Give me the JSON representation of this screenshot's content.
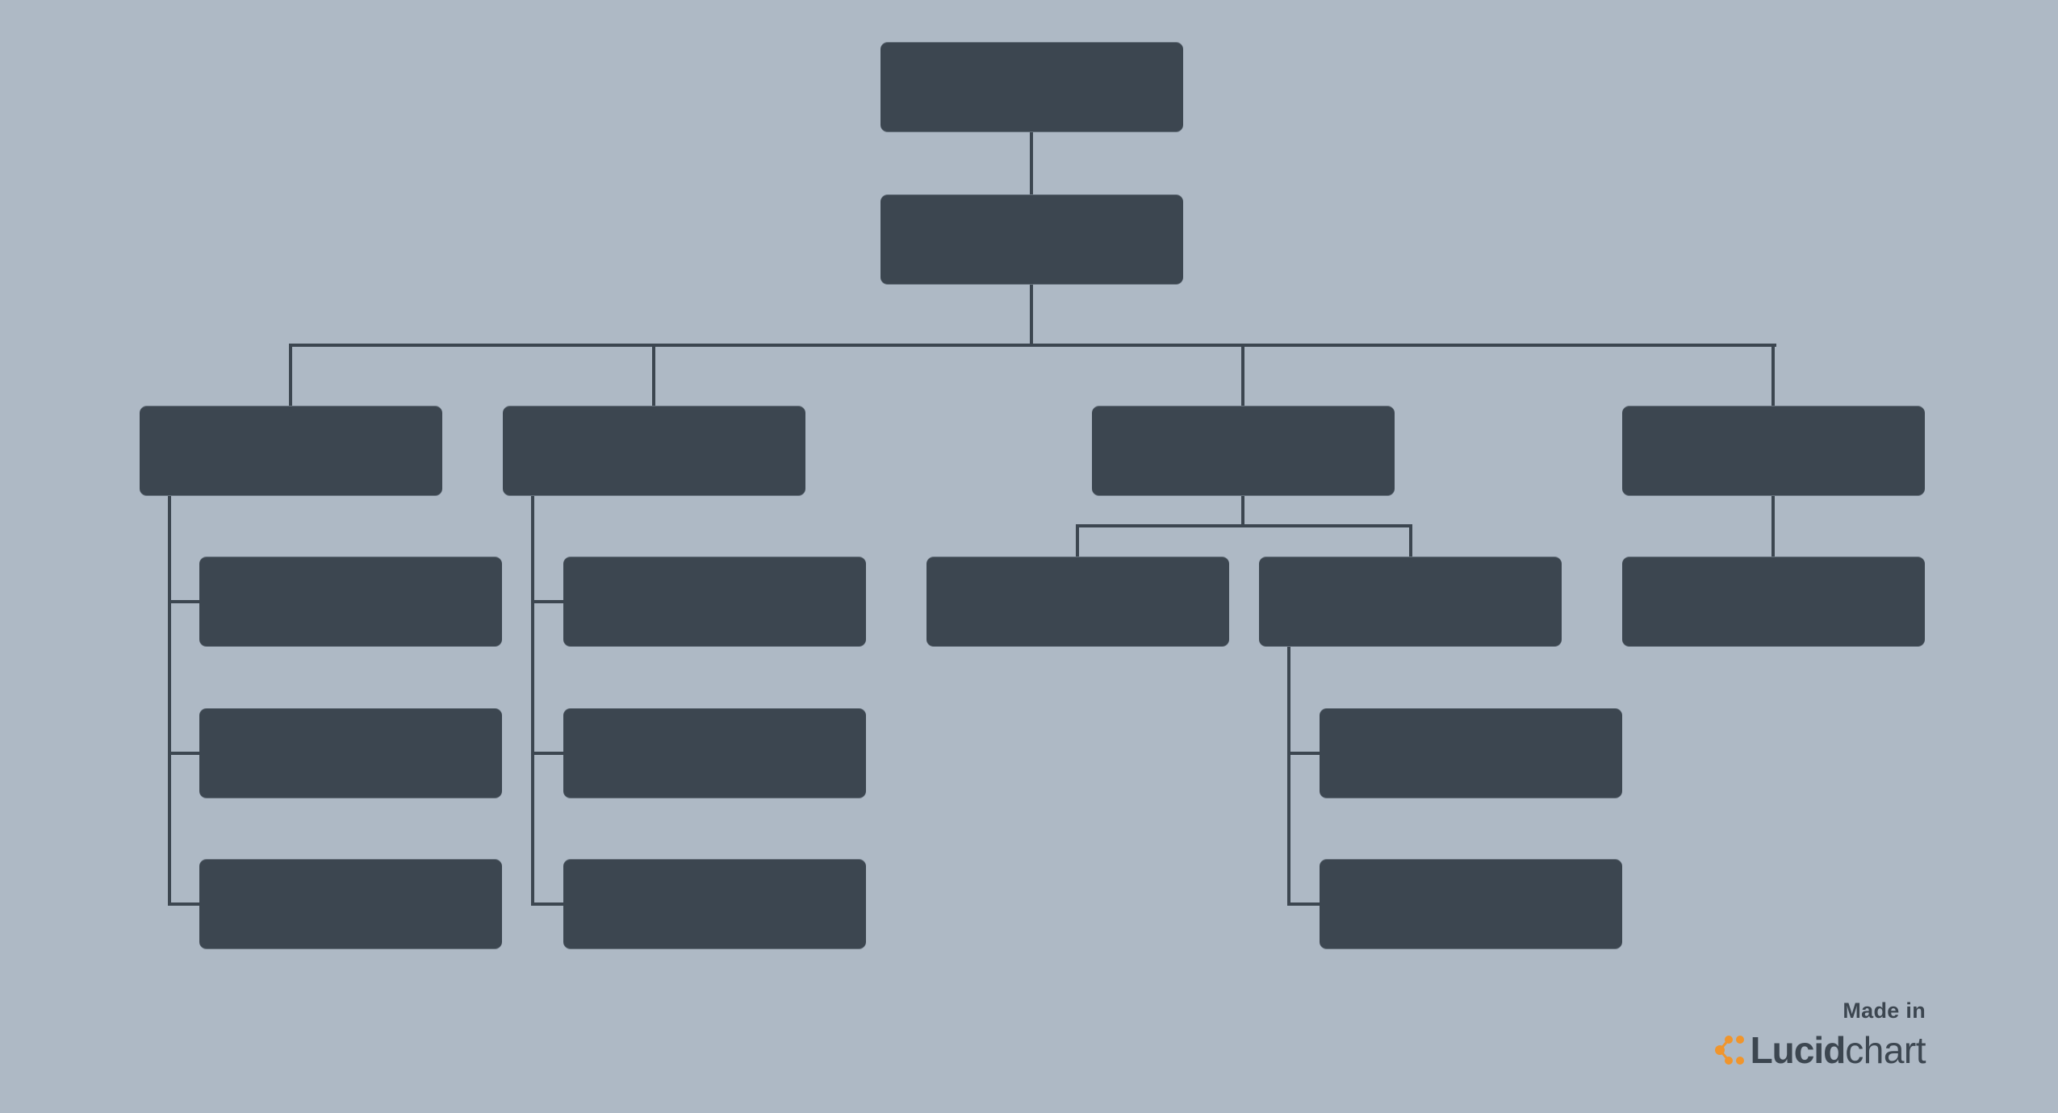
{
  "diagram": {
    "type": "org-chart",
    "node_color": "#3c4650",
    "background_color": "#aeb9c5",
    "connector_color": "#3c4650",
    "nodes": [
      {
        "id": "root",
        "label": ""
      },
      {
        "id": "level1",
        "label": ""
      },
      {
        "id": "branch-1",
        "label": ""
      },
      {
        "id": "branch-2",
        "label": ""
      },
      {
        "id": "branch-3",
        "label": ""
      },
      {
        "id": "branch-4",
        "label": ""
      },
      {
        "id": "branch-1-child-1",
        "label": ""
      },
      {
        "id": "branch-1-child-2",
        "label": ""
      },
      {
        "id": "branch-1-child-3",
        "label": ""
      },
      {
        "id": "branch-2-child-1",
        "label": ""
      },
      {
        "id": "branch-2-child-2",
        "label": ""
      },
      {
        "id": "branch-2-child-3",
        "label": ""
      },
      {
        "id": "branch-3-child-1",
        "label": ""
      },
      {
        "id": "branch-3-child-2",
        "label": ""
      },
      {
        "id": "branch-3-child-2-sub-1",
        "label": ""
      },
      {
        "id": "branch-3-child-2-sub-2",
        "label": ""
      },
      {
        "id": "branch-4-child-1",
        "label": ""
      }
    ]
  },
  "watermark": {
    "made_in": "Made in",
    "brand_bold": "Lucid",
    "brand_light": "chart",
    "logo_icon": "lucidchart-logo-icon",
    "logo_color": "#f0952c"
  }
}
